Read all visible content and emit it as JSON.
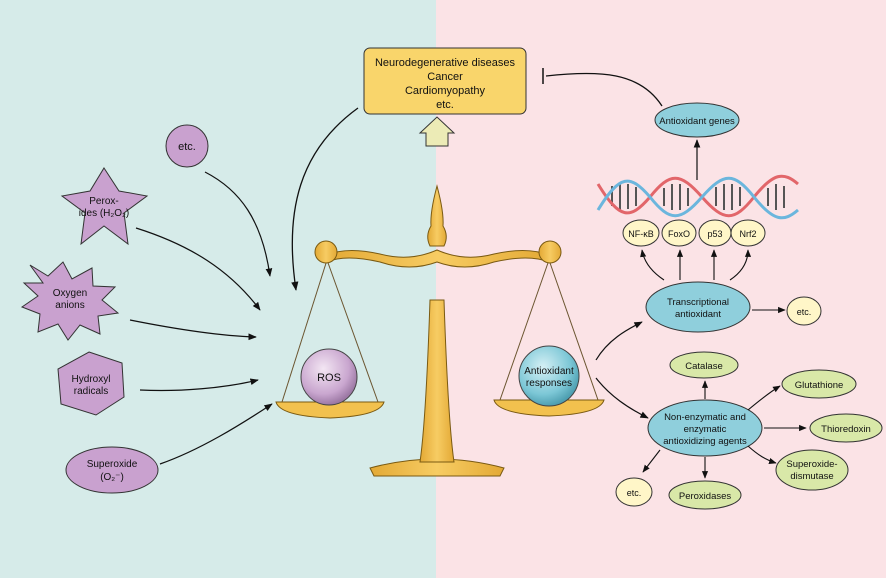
{
  "colors": {
    "left_bg": "#d6ebe9",
    "right_bg": "#fbe3e6",
    "gold": "#f2c14e",
    "gold_dark": "#c98f1c",
    "purple": "#c9a1cf",
    "blue": "#8fcfdc",
    "green": "#d9e8a8",
    "yellow_box": "#f9d56b"
  },
  "diseases_box": {
    "lines": [
      "Neurodegenerative diseases",
      "Cancer",
      "Cardiomyopathy",
      "etc."
    ]
  },
  "ros_sources": {
    "etc": "etc.",
    "peroxides": [
      "Perox-",
      "ides (H₂O₂)"
    ],
    "oxygen_anions": [
      "Oxygen",
      "anions"
    ],
    "hydroxyl": [
      "Hydroxyl",
      "radicals"
    ],
    "superoxide": [
      "Superoxide",
      "(O₂⁻)"
    ]
  },
  "scale": {
    "left_pan_label": "ROS",
    "right_pan_label": [
      "Antioxidant",
      "responses"
    ]
  },
  "antioxidant_genes": "Antioxidant genes",
  "transcription_factors": [
    "NF-κB",
    "FoxO",
    "p53",
    "Nrf2"
  ],
  "transcriptional": {
    "label": [
      "Transcriptional",
      "antioxidant"
    ],
    "etc": "etc."
  },
  "enzymatic": {
    "label": [
      "Non-enzymatic and",
      "enzymatic",
      "antioxidizing agents"
    ],
    "catalase": "Catalase",
    "glutathione": "Glutathione",
    "thioredoxin": "Thioredoxin",
    "superoxide_dismutase": [
      "Superoxide-",
      "dismutase"
    ],
    "peroxidases": "Peroxidases",
    "etc": "etc."
  }
}
